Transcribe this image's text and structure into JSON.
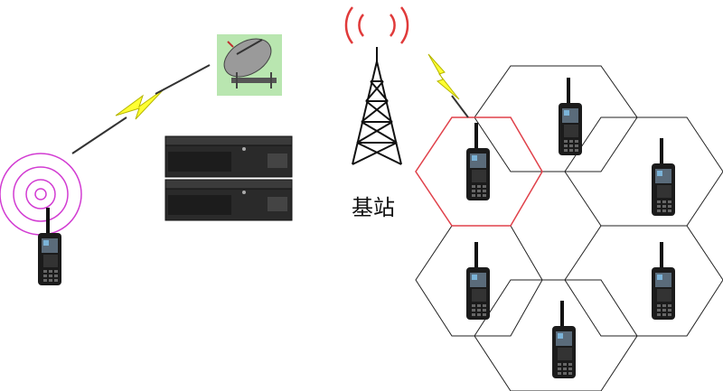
{
  "base_station": {
    "label": "基站"
  },
  "colors": {
    "signal_red": "#e03a3a",
    "signal_magenta": "#d23cd2",
    "lightning_yellow": "#ffff33",
    "hex_stroke": "#222222",
    "hex_highlight": "#e0414a",
    "dish_bg": "#b9e6b0",
    "rack_dark": "#2a2a2a"
  },
  "icons": [
    "handheld-radio-icon",
    "satellite-dish-icon",
    "repeater-rack-icon",
    "radio-tower-icon",
    "lightning-link-icon",
    "signal-rings-icon"
  ],
  "cells": {
    "count": 6,
    "highlighted": 1
  }
}
